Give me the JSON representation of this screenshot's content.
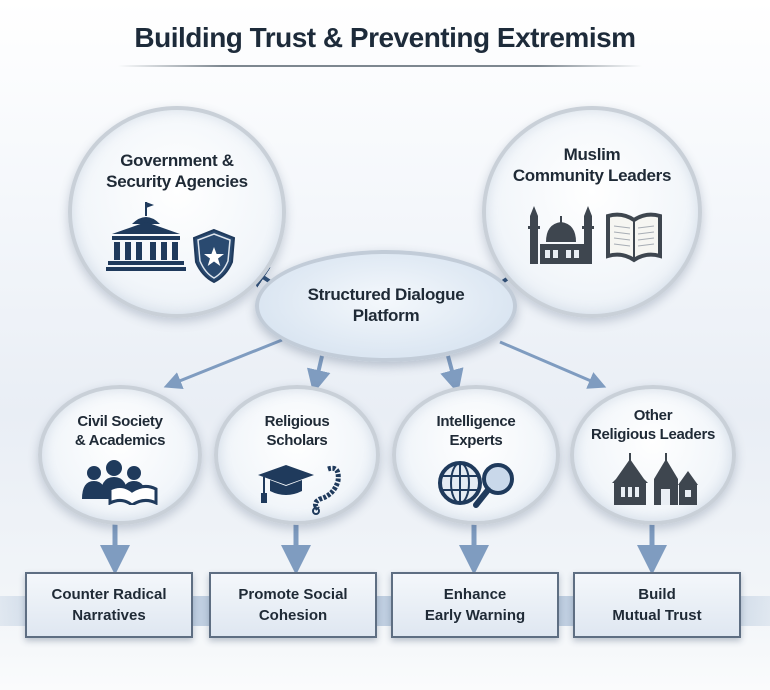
{
  "title": "Building Trust & Preventing Extremism",
  "center": {
    "line1": "Structured Dialogue",
    "line2": "Platform"
  },
  "top_nodes": [
    {
      "line1": "Government &",
      "line2": "Security Agencies",
      "icons": [
        "government-building-icon",
        "shield-star-icon"
      ]
    },
    {
      "line1": "Muslim",
      "line2": "Community Leaders",
      "icons": [
        "mosque-icon",
        "open-book-icon"
      ]
    }
  ],
  "bottom_nodes": [
    {
      "line1": "Civil Society",
      "line2": "& Academics",
      "icon": "people-book-icon"
    },
    {
      "line1": "Religious",
      "line2": "Scholars",
      "icon": "graduation-cap-prayer-beads-icon"
    },
    {
      "line1": "Intelligence",
      "line2": "Experts",
      "icon": "globe-magnifier-icon"
    },
    {
      "line1": "Other",
      "line2": "Religious Leaders",
      "icon": "churches-icon"
    }
  ],
  "outcomes": [
    {
      "line1": "Counter Radical",
      "line2": "Narratives"
    },
    {
      "line1": "Promote Social",
      "line2": "Cohesion"
    },
    {
      "line1": "Enhance",
      "line2": "Early Warning"
    },
    {
      "line1": "Build",
      "line2": "Mutual Trust"
    }
  ],
  "colors": {
    "icon_navy": "#1f3a5c",
    "icon_gray": "#3e464f",
    "arrow": "#7f9cc0",
    "text": "#1f2a36"
  }
}
